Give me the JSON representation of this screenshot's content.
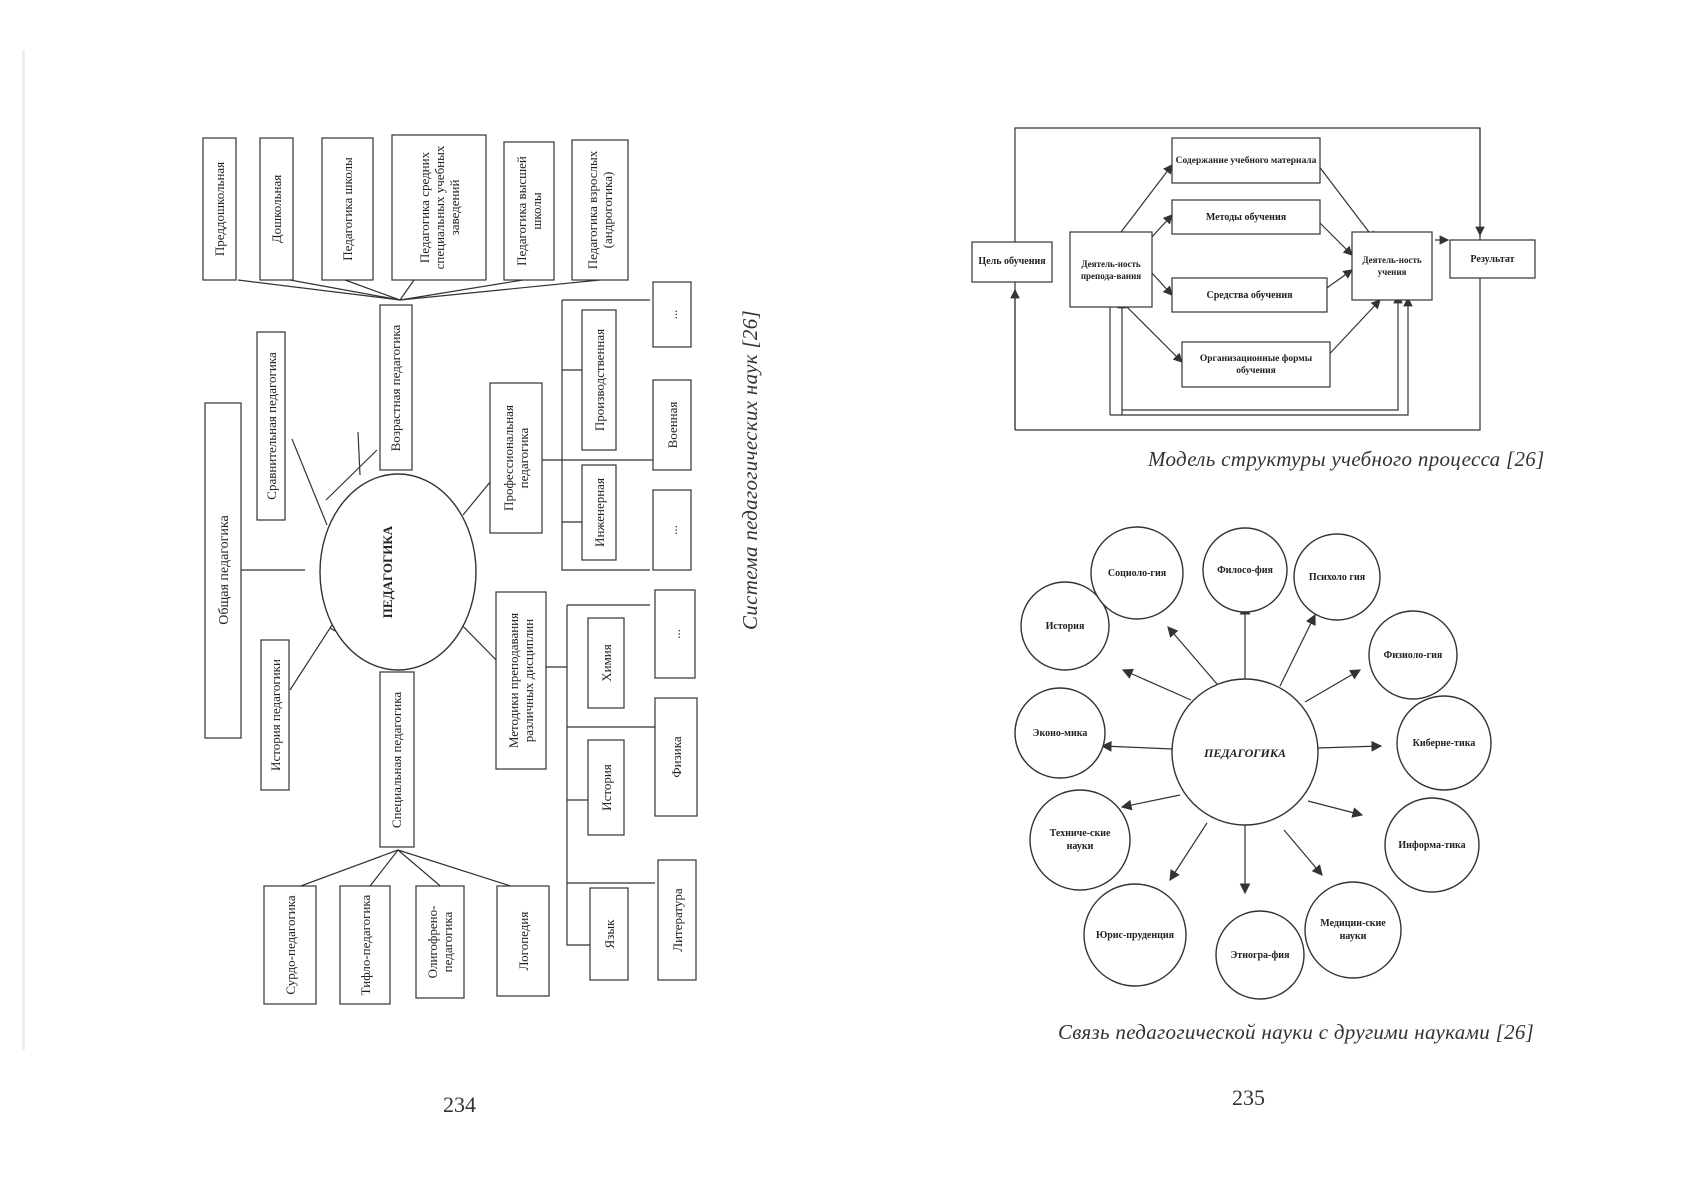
{
  "left_page": {
    "caption": "Система педагогических наук [26]",
    "page_number": "234",
    "center": "ПЕДАГОГИКА",
    "nodes": {
      "obshchaya": "Общая педагогика",
      "sravnitelnaya": "Сравнительная педагогика",
      "istoriya_ped": "История педагогики",
      "vozrastnaya": "Возрастная педагогика",
      "professionalnaya": "Профессиональная педагогика",
      "metodiki": "Методики преподавания различных дисциплин",
      "specialnaya": "Специальная педагогика"
    },
    "age_children": [
      "Преддошкольная",
      "Дошкольная",
      "Педагогика школы",
      "Педагогика средних специальных учебных заведений",
      "Педагогика высшей школы",
      "Педагогика взрослых (андрогогика)"
    ],
    "prof_children": [
      "Производственная",
      "...",
      "Военная",
      "Инженерная",
      "..."
    ],
    "method_children": [
      "Химия",
      "...",
      "История",
      "Физика",
      "Язык",
      "Литература"
    ],
    "special_children": [
      "Сурдо-педагогика",
      "Тифло-педагогика",
      "Олигофрено-педагогика",
      "Логопедия"
    ]
  },
  "model": {
    "caption": "Модель структуры учебного процесса [26]",
    "goal": "Цель обучения",
    "teaching": "Деятель-ность препода-вания",
    "learning": "Деятель-ность учения",
    "result": "Результат",
    "content": "Содержание учебного материала",
    "methods": "Методы обучения",
    "means": "Средства обучения",
    "forms": "Организационные формы обучения"
  },
  "network": {
    "caption": "Связь педагогической науки с другими науками [26]",
    "center": "ПЕДАГОГИКА",
    "sciences": [
      "Филосо-фия",
      "Психоло гия",
      "Физиоло-гия",
      "Киберне-тика",
      "Информа-тика",
      "Медицин-ские науки",
      "Этногра-фия",
      "Юрис-пруденция",
      "Техниче-ские науки",
      "Эконо-мика",
      "История",
      "Социоло-гия"
    ]
  },
  "right_page_number": "235"
}
